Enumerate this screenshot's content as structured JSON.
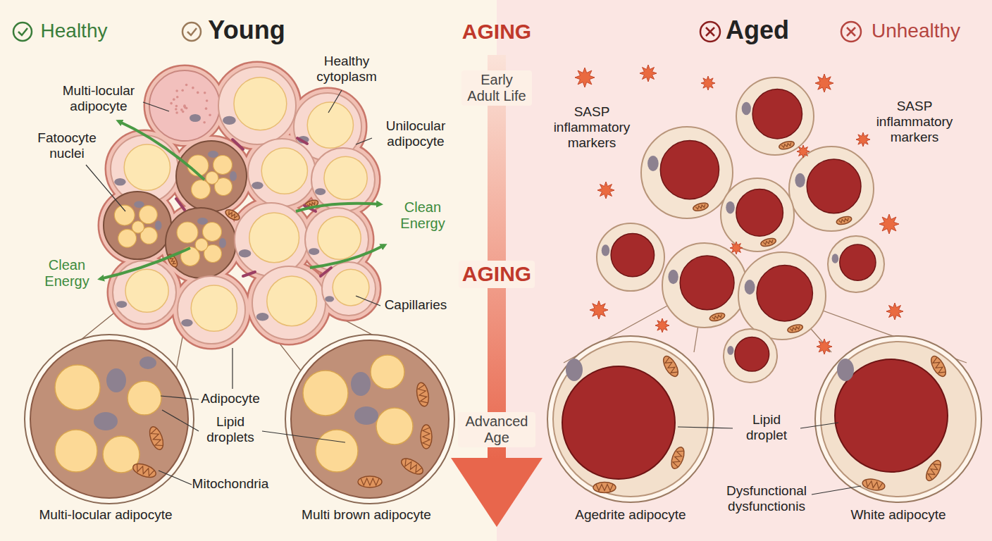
{
  "diagram": {
    "labels": [
      "Healthy",
      "Young",
      "AGING",
      "Aged",
      "Unhealthy",
      "Multi-locular adipocyte",
      "Healthy cytoplasm",
      "Early Adult Life",
      "SASP inflammatory markers",
      "SASP inflammatory markers",
      "Fatoocyte nuclei",
      "Unilocular adipocyte",
      "Clean Energy",
      "Clean Energy",
      "Capillaries",
      "AGING",
      "Adipocyte",
      "Lipid droplets",
      "Mitochondria",
      "Advanced Age",
      "Lipid droplet",
      "Dysfunctional dysfunctionis",
      "Multi-locular adipocyte",
      "Multi brown adipocyte",
      "Agedrite adipocyte",
      "White adipocyte"
    ]
  }
}
